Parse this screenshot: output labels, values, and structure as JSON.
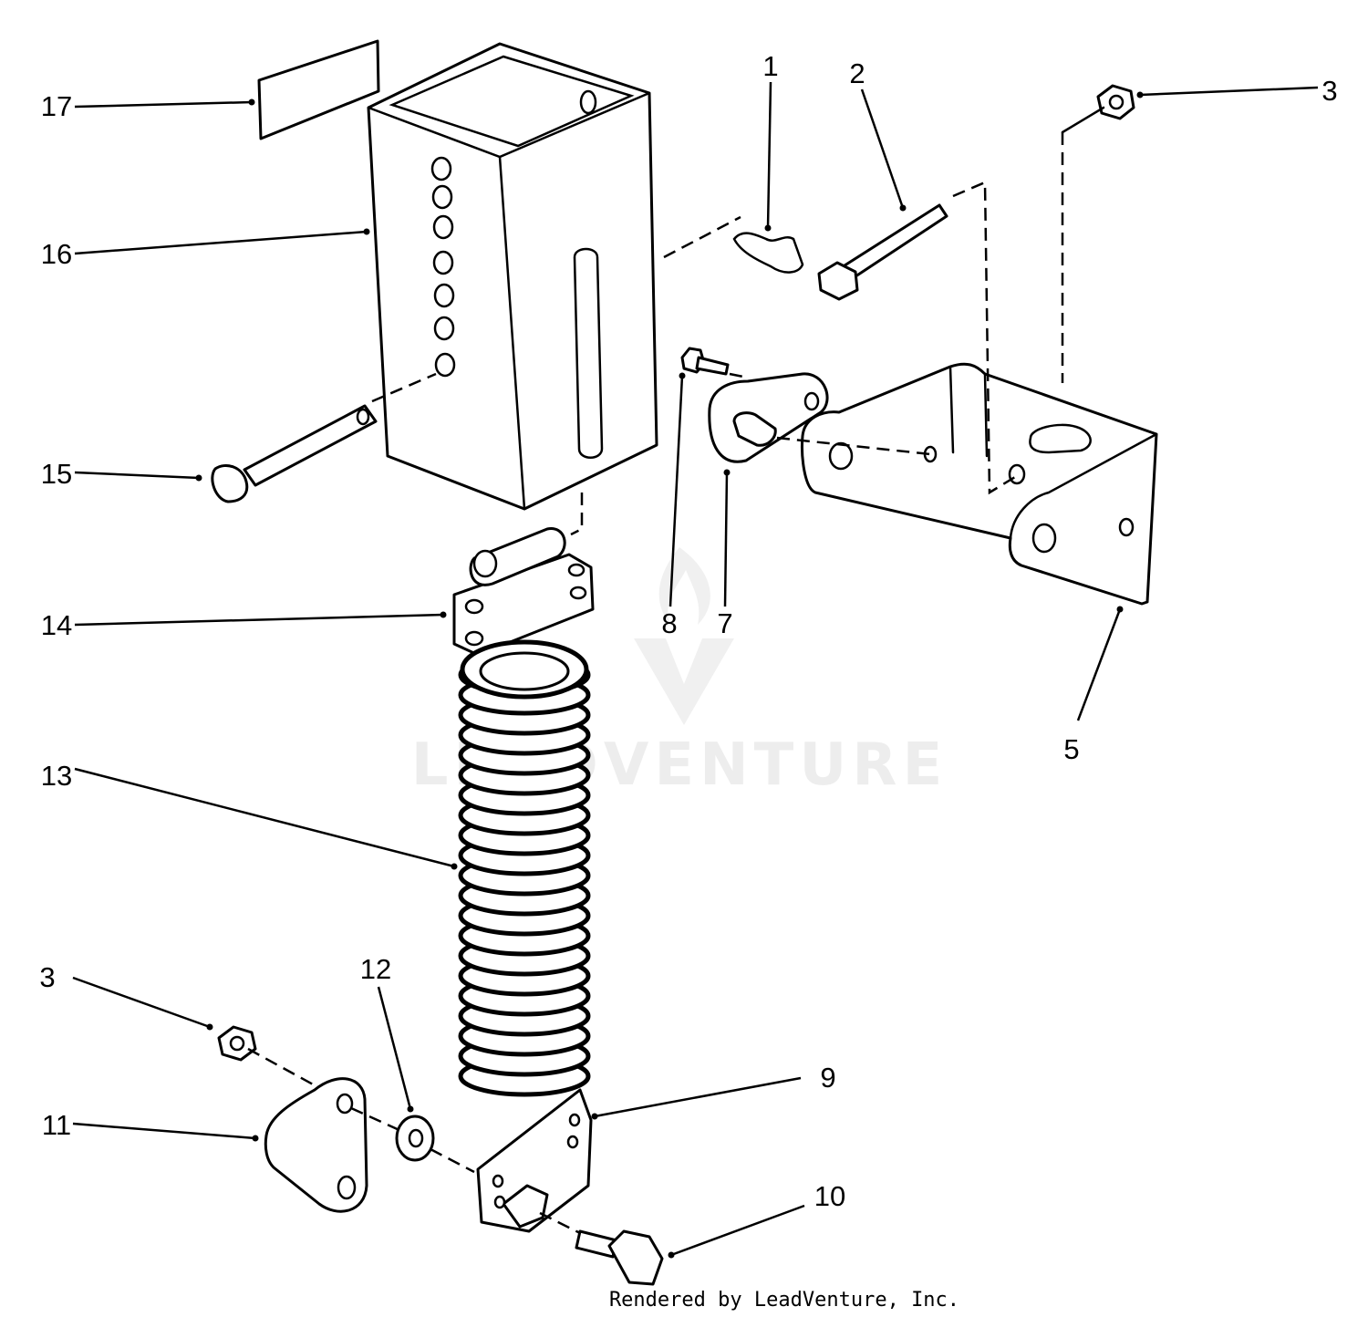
{
  "callouts": [
    {
      "id": "1",
      "label": "1"
    },
    {
      "id": "2",
      "label": "2"
    },
    {
      "id": "3-top",
      "label": "3"
    },
    {
      "id": "3-bottom",
      "label": "3"
    },
    {
      "id": "5",
      "label": "5"
    },
    {
      "id": "7",
      "label": "7"
    },
    {
      "id": "8",
      "label": "8"
    },
    {
      "id": "9",
      "label": "9"
    },
    {
      "id": "10",
      "label": "10"
    },
    {
      "id": "11",
      "label": "11"
    },
    {
      "id": "12",
      "label": "12"
    },
    {
      "id": "13",
      "label": "13"
    },
    {
      "id": "14",
      "label": "14"
    },
    {
      "id": "15",
      "label": "15"
    },
    {
      "id": "16",
      "label": "16"
    },
    {
      "id": "17",
      "label": "17"
    }
  ],
  "watermark": {
    "text": "LEADVENTURE"
  },
  "footer": {
    "credit": "Rendered by LeadVenture, Inc."
  }
}
